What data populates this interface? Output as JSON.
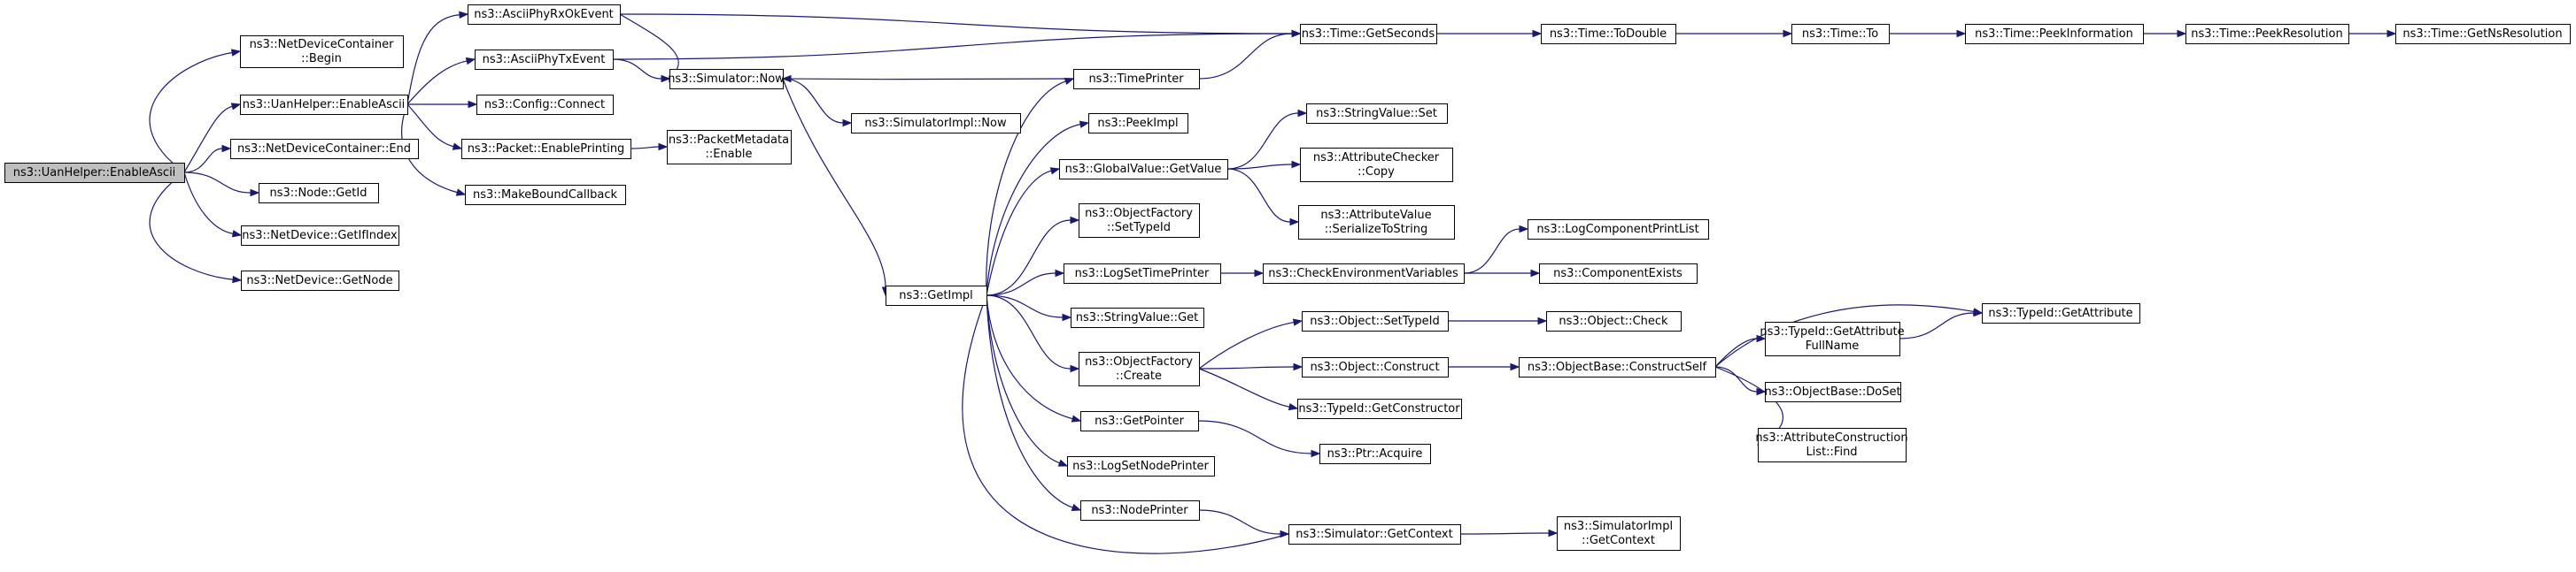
{
  "graph": {
    "root": "n0",
    "colors": {
      "edge": "#191970",
      "node_border": "#000000",
      "root_fill": "#bfbfbf",
      "truncated_border": "#ff0000"
    },
    "nodes": [
      {
        "id": "n0",
        "lines": [
          "ns3::UanHelper::EnableAscii"
        ],
        "style": "root"
      },
      {
        "id": "n1",
        "lines": [
          "ns3::NetDeviceContainer",
          "::Begin"
        ]
      },
      {
        "id": "n2",
        "lines": [
          "ns3::UanHelper::EnableAscii"
        ]
      },
      {
        "id": "n3",
        "lines": [
          "ns3::NetDeviceContainer::End"
        ]
      },
      {
        "id": "n4",
        "lines": [
          "ns3::Node::GetId"
        ]
      },
      {
        "id": "n5",
        "lines": [
          "ns3::NetDevice::GetIfIndex"
        ]
      },
      {
        "id": "n6",
        "lines": [
          "ns3::NetDevice::GetNode"
        ]
      },
      {
        "id": "n7",
        "lines": [
          "ns3::AsciiPhyRxOkEvent"
        ]
      },
      {
        "id": "n8",
        "lines": [
          "ns3::AsciiPhyTxEvent"
        ]
      },
      {
        "id": "n9",
        "lines": [
          "ns3::Config::Connect"
        ]
      },
      {
        "id": "n10",
        "lines": [
          "ns3::Packet::EnablePrinting"
        ]
      },
      {
        "id": "n11",
        "lines": [
          "ns3::MakeBoundCallback"
        ]
      },
      {
        "id": "n12",
        "lines": [
          "ns3::PacketMetadata",
          "::Enable"
        ]
      },
      {
        "id": "n13",
        "lines": [
          "ns3::Simulator::Now"
        ]
      },
      {
        "id": "n14",
        "lines": [
          "ns3::SimulatorImpl::Now"
        ]
      },
      {
        "id": "n15",
        "lines": [
          "ns3::GetImpl"
        ]
      },
      {
        "id": "n16",
        "lines": [
          "ns3::TimePrinter"
        ]
      },
      {
        "id": "n17",
        "lines": [
          "ns3::PeekImpl"
        ]
      },
      {
        "id": "n18",
        "lines": [
          "ns3::GlobalValue::GetValue"
        ]
      },
      {
        "id": "n19",
        "lines": [
          "ns3::ObjectFactory",
          "::SetTypeId"
        ]
      },
      {
        "id": "n20",
        "lines": [
          "ns3::LogSetTimePrinter"
        ]
      },
      {
        "id": "n21",
        "lines": [
          "ns3::StringValue::Get"
        ]
      },
      {
        "id": "n22",
        "lines": [
          "ns3::ObjectFactory",
          "::Create"
        ]
      },
      {
        "id": "n23",
        "lines": [
          "ns3::GetPointer"
        ]
      },
      {
        "id": "n24",
        "lines": [
          "ns3::LogSetNodePrinter"
        ]
      },
      {
        "id": "n25",
        "lines": [
          "ns3::NodePrinter"
        ]
      },
      {
        "id": "n26",
        "lines": [
          "ns3::Time::GetSeconds"
        ]
      },
      {
        "id": "n27",
        "lines": [
          "ns3::Time::ToDouble"
        ]
      },
      {
        "id": "n28",
        "lines": [
          "ns3::Time::To"
        ]
      },
      {
        "id": "n29",
        "lines": [
          "ns3::Time::PeekInformation"
        ]
      },
      {
        "id": "n30",
        "lines": [
          "ns3::Time::PeekResolution"
        ]
      },
      {
        "id": "n31",
        "lines": [
          "ns3::Time::GetNsResolution"
        ],
        "style": "truncated"
      },
      {
        "id": "n32",
        "lines": [
          "ns3::StringValue::Set"
        ]
      },
      {
        "id": "n33",
        "lines": [
          "ns3::AttributeChecker",
          "::Copy"
        ]
      },
      {
        "id": "n34",
        "lines": [
          "ns3::AttributeValue",
          "::SerializeToString"
        ]
      },
      {
        "id": "n35",
        "lines": [
          "ns3::CheckEnvironmentVariables"
        ]
      },
      {
        "id": "n36",
        "lines": [
          "ns3::LogComponentPrintList"
        ],
        "style": "truncated"
      },
      {
        "id": "n37",
        "lines": [
          "ns3::ComponentExists"
        ],
        "style": "truncated"
      },
      {
        "id": "n38",
        "lines": [
          "ns3::Object::SetTypeId"
        ]
      },
      {
        "id": "n39",
        "lines": [
          "ns3::Object::Check"
        ],
        "style": "truncated"
      },
      {
        "id": "n40",
        "lines": [
          "ns3::Object::Construct"
        ]
      },
      {
        "id": "n41",
        "lines": [
          "ns3::ObjectBase::ConstructSelf"
        ],
        "style": "truncated"
      },
      {
        "id": "n42",
        "lines": [
          "ns3::TypeId::GetConstructor"
        ]
      },
      {
        "id": "n43",
        "lines": [
          "ns3::TypeId::GetAttribute",
          "FullName"
        ],
        "style": "truncated"
      },
      {
        "id": "n44",
        "lines": [
          "ns3::TypeId::GetAttribute"
        ]
      },
      {
        "id": "n45",
        "lines": [
          "ns3::ObjectBase::DoSet"
        ],
        "style": "truncated"
      },
      {
        "id": "n46",
        "lines": [
          "ns3::AttributeConstruction",
          "List::Find"
        ]
      },
      {
        "id": "n47",
        "lines": [
          "ns3::Ptr::Acquire"
        ]
      },
      {
        "id": "n48",
        "lines": [
          "ns3::Simulator::GetContext"
        ]
      },
      {
        "id": "n49",
        "lines": [
          "ns3::SimulatorImpl",
          "::GetContext"
        ]
      }
    ],
    "edges": [
      [
        "n0",
        "n1"
      ],
      [
        "n0",
        "n2"
      ],
      [
        "n0",
        "n3"
      ],
      [
        "n0",
        "n4"
      ],
      [
        "n0",
        "n5"
      ],
      [
        "n0",
        "n6"
      ],
      [
        "n2",
        "n7"
      ],
      [
        "n2",
        "n8"
      ],
      [
        "n2",
        "n9"
      ],
      [
        "n2",
        "n10"
      ],
      [
        "n2",
        "n11"
      ],
      [
        "n7",
        "n13"
      ],
      [
        "n7",
        "n26"
      ],
      [
        "n8",
        "n13"
      ],
      [
        "n8",
        "n26"
      ],
      [
        "n10",
        "n12"
      ],
      [
        "n13",
        "n15"
      ],
      [
        "n13",
        "n14"
      ],
      [
        "n15",
        "n16"
      ],
      [
        "n15",
        "n17"
      ],
      [
        "n15",
        "n18"
      ],
      [
        "n15",
        "n19"
      ],
      [
        "n15",
        "n20"
      ],
      [
        "n15",
        "n21"
      ],
      [
        "n15",
        "n22"
      ],
      [
        "n15",
        "n23"
      ],
      [
        "n15",
        "n24"
      ],
      [
        "n15",
        "n25"
      ],
      [
        "n16",
        "n13"
      ],
      [
        "n16",
        "n26"
      ],
      [
        "n18",
        "n32"
      ],
      [
        "n18",
        "n33"
      ],
      [
        "n18",
        "n34"
      ],
      [
        "n20",
        "n35"
      ],
      [
        "n35",
        "n36"
      ],
      [
        "n35",
        "n37"
      ],
      [
        "n22",
        "n38"
      ],
      [
        "n22",
        "n40"
      ],
      [
        "n22",
        "n42"
      ],
      [
        "n38",
        "n39"
      ],
      [
        "n40",
        "n41"
      ],
      [
        "n41",
        "n43"
      ],
      [
        "n41",
        "n44"
      ],
      [
        "n41",
        "n45"
      ],
      [
        "n41",
        "n46"
      ],
      [
        "n43",
        "n44"
      ],
      [
        "n23",
        "n47"
      ],
      [
        "n25",
        "n48"
      ],
      [
        "n48",
        "n49"
      ],
      [
        "n48",
        "n15"
      ],
      [
        "n26",
        "n27"
      ],
      [
        "n27",
        "n28"
      ],
      [
        "n28",
        "n29"
      ],
      [
        "n29",
        "n30"
      ],
      [
        "n30",
        "n31"
      ]
    ]
  }
}
